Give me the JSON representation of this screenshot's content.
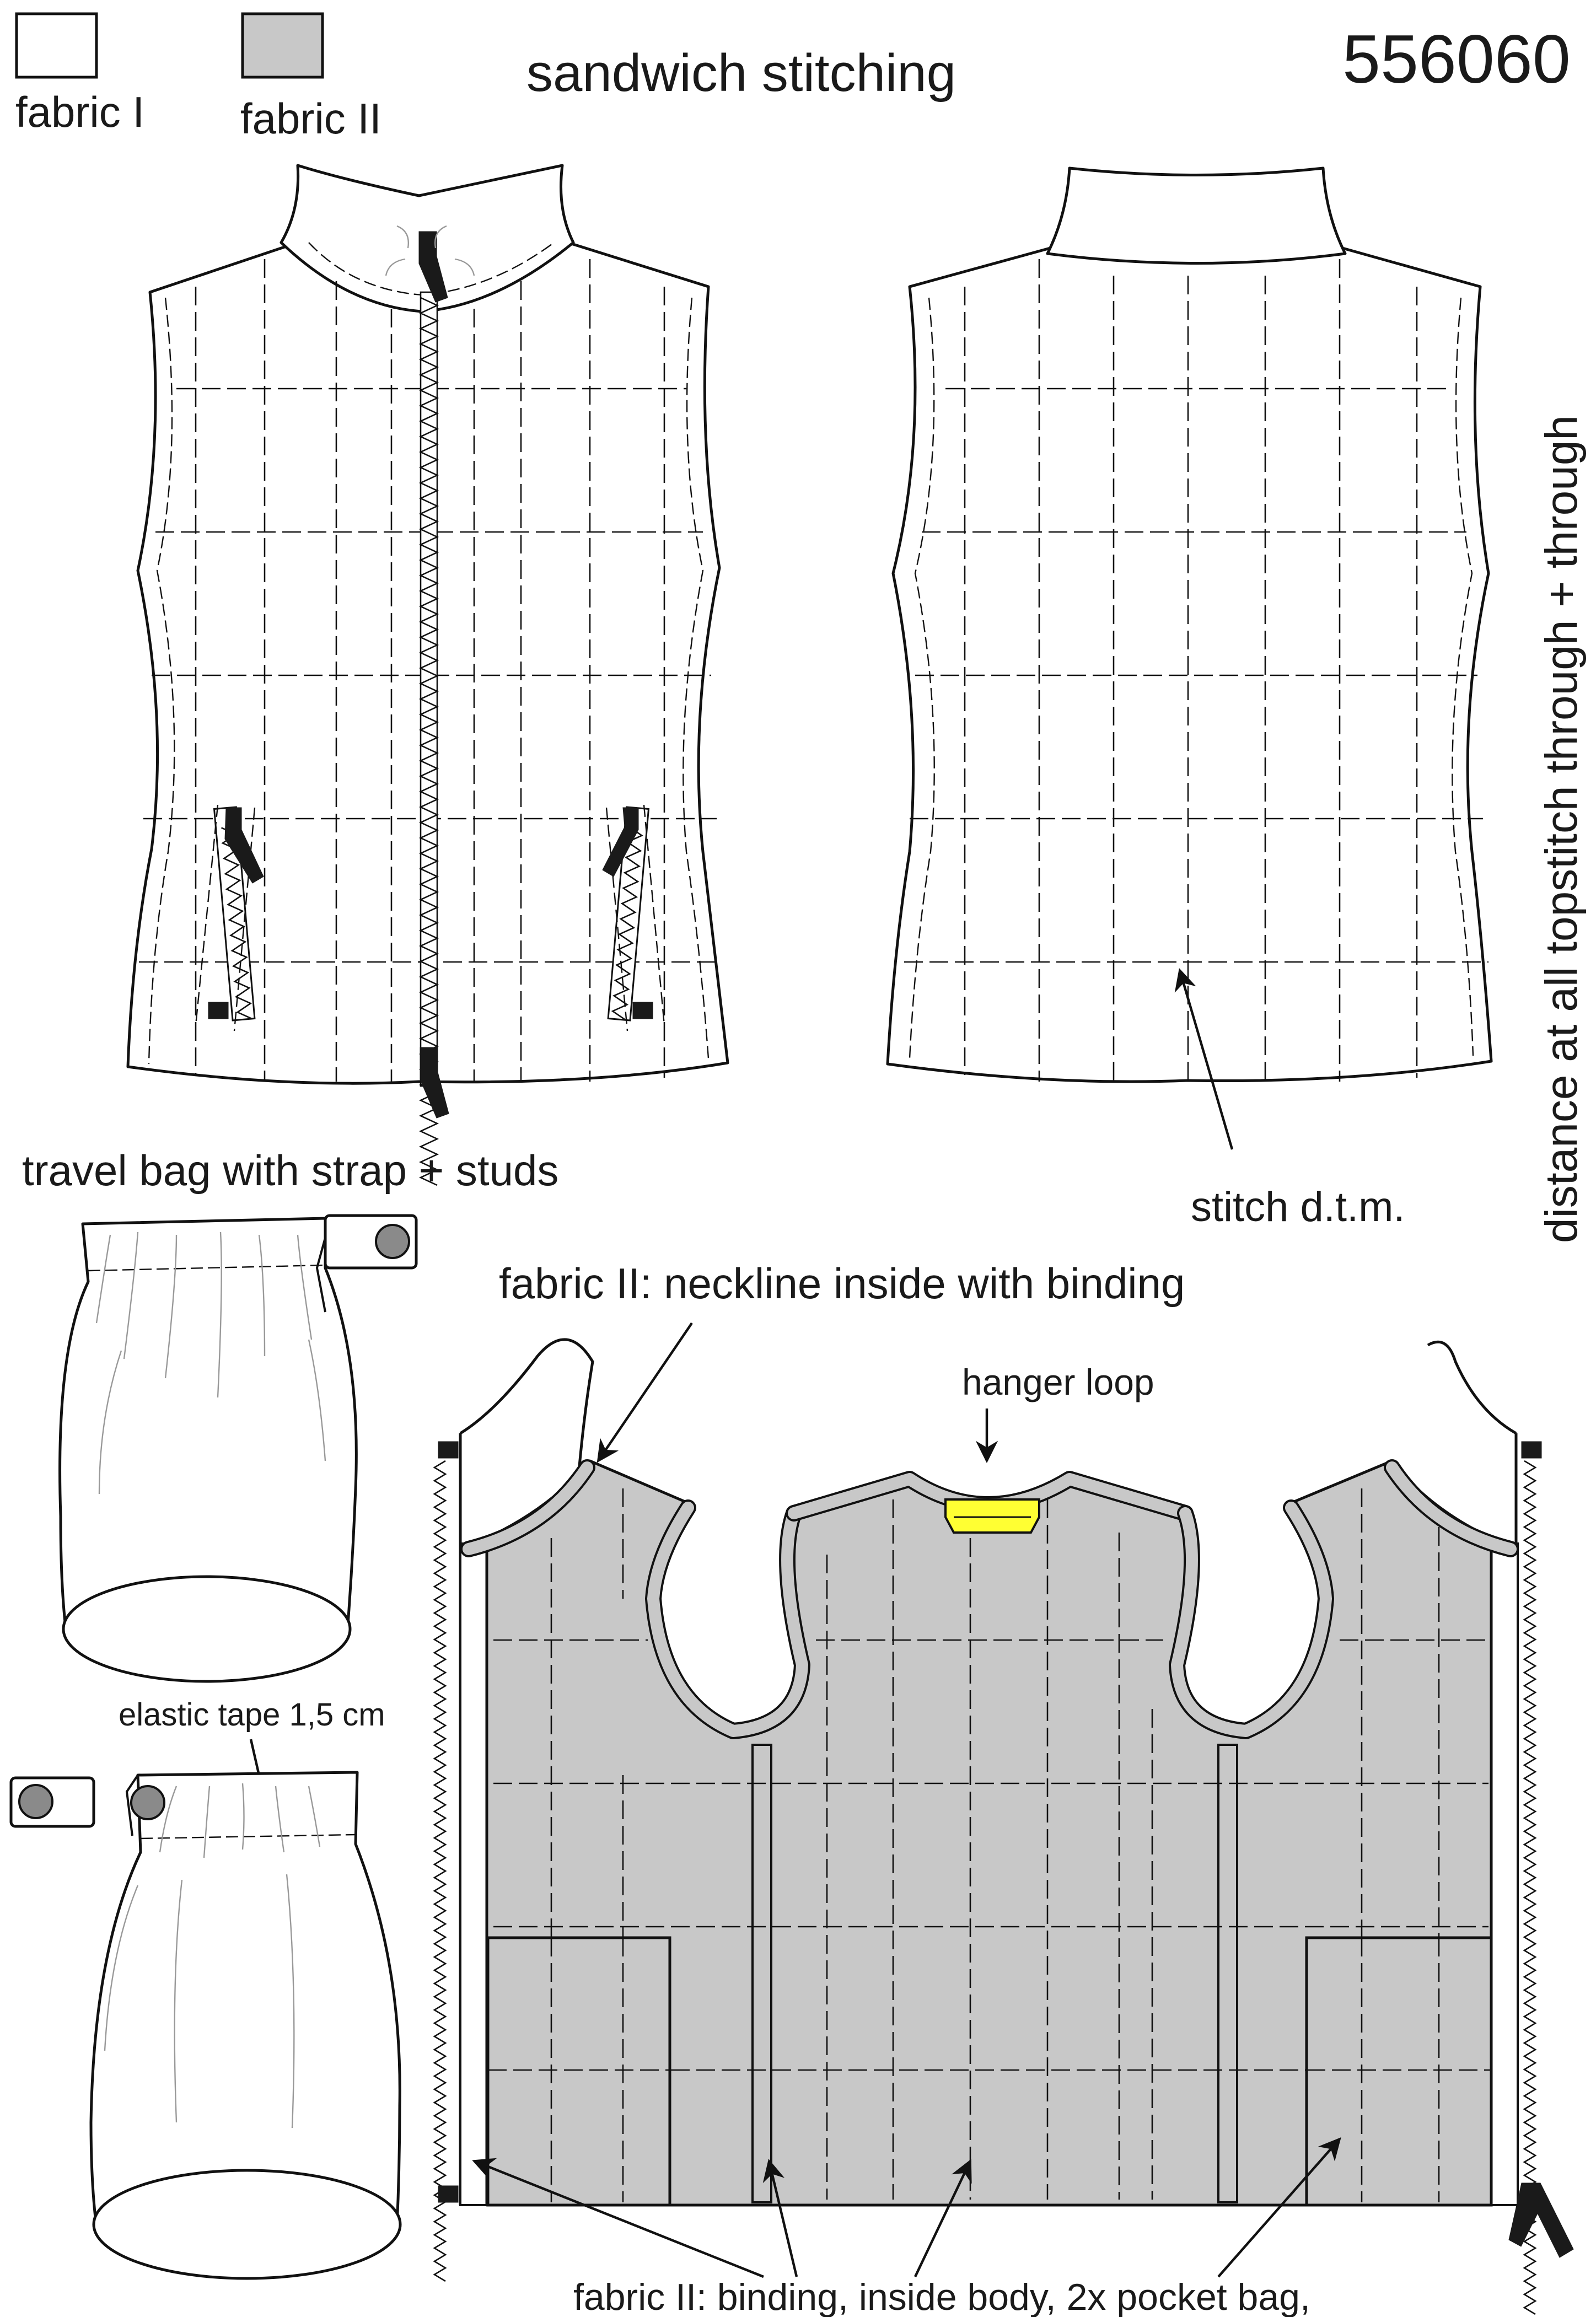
{
  "legend": {
    "fabric1": "fabric I",
    "fabric2": "fabric II",
    "fabric1_color": "#ffffff",
    "fabric2_color": "#c8c8c8"
  },
  "title": "sandwich stitching",
  "style_number": "556060",
  "side_note": "distance at all topstitch through + through",
  "labels": {
    "travel_bag": "travel bag with strap + studs",
    "stitch": "stitch d.t.m.",
    "neckline": "fabric II: neckline inside with binding",
    "hanger_loop": "hanger loop",
    "elastic": "elastic tape 1,5 cm",
    "bottom": "fabric II: binding,  inside body, 2x pocket bag,"
  },
  "colors": {
    "line": "#111111",
    "lining": "#c8c8c8",
    "hanger_loop": "#ffff33",
    "stud": "#8a8a8a"
  }
}
